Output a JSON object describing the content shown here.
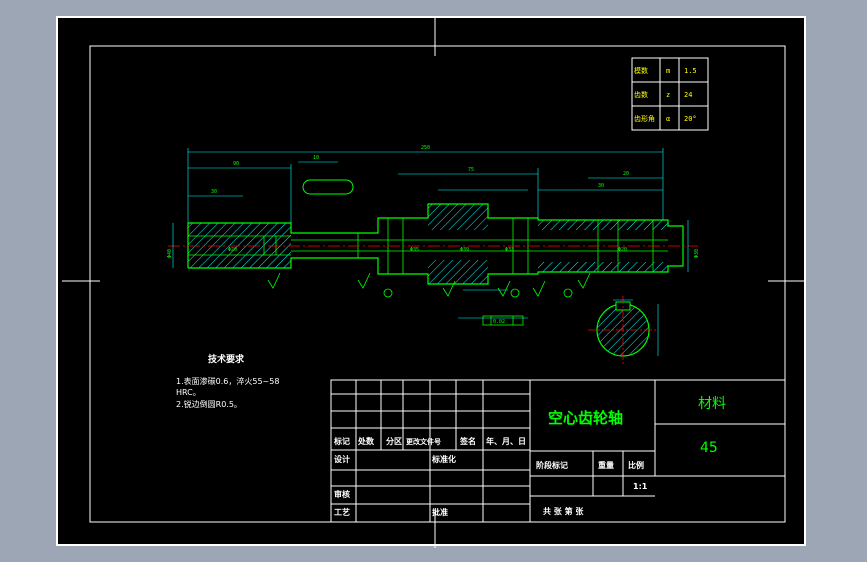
{
  "colors": {
    "background": "#9da6b4",
    "sheet": "#000000",
    "outline": "#ffffff",
    "part": "#00ff00",
    "dimension": "#00ffff",
    "text": "#ffff00",
    "centerline": "#ff0000",
    "hatch": "#00ffff"
  },
  "gear_params": [
    {
      "name": "模数",
      "symbol": "m",
      "value": "1.5"
    },
    {
      "name": "齿数",
      "symbol": "z",
      "value": "24"
    },
    {
      "name": "齿形角",
      "symbol": "α",
      "value": "20°"
    }
  ],
  "tech_req": {
    "title": "技术要求",
    "lines": [
      "1.表面渗碳0.6，淬火55~58",
      "HRC。",
      "2.锐边倒圆R0.5。"
    ]
  },
  "title_block": {
    "part_name": "空心齿轮轴",
    "material_label": "材料",
    "material_value": "45",
    "headers": [
      "标记",
      "处数",
      "分区",
      "更改文件号",
      "签名",
      "年、月、日"
    ],
    "design": "设计",
    "standardize": "标准化",
    "stage_mark": "阶段标记",
    "weight": "重量",
    "scale_label": "比例",
    "scale_value": "1:1",
    "review": "审核",
    "process": "工艺",
    "approve": "批准",
    "sheets": "共    张  第    张"
  }
}
